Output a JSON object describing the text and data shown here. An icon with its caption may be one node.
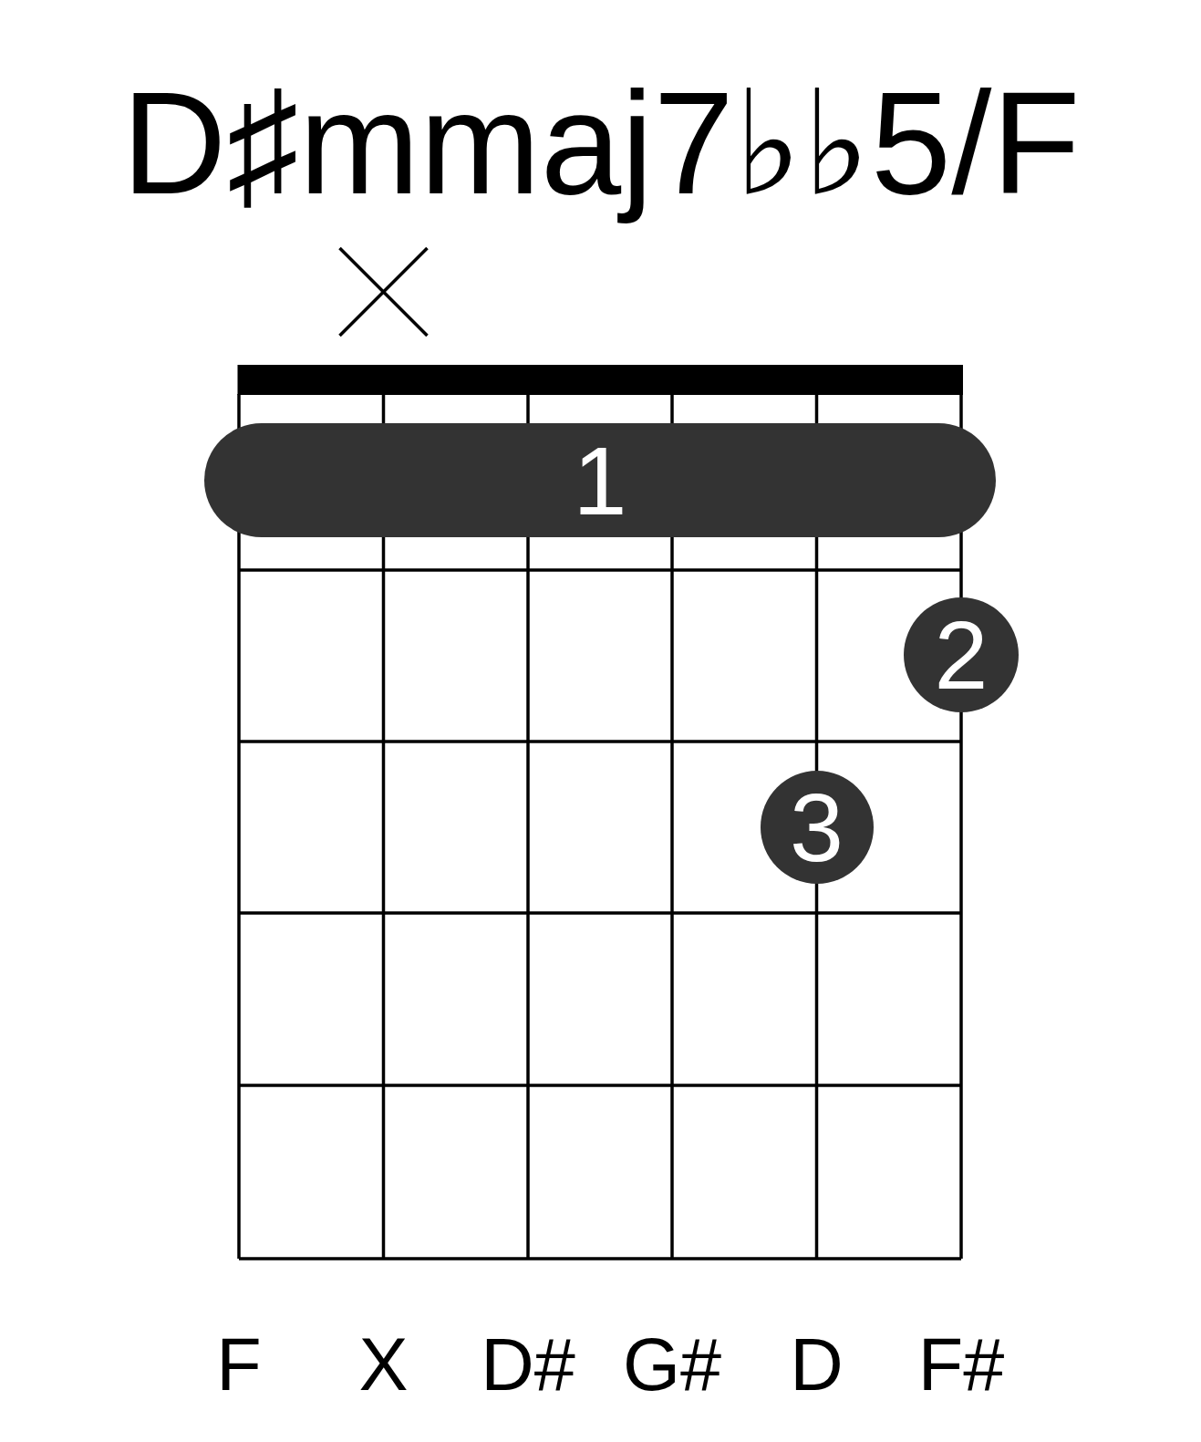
{
  "diagram": {
    "title": "D♯mmaj7♭♭5/F",
    "nodes": [
      {
        "text": [
          "1"
        ]
      },
      {
        "text": [
          "2"
        ]
      },
      {
        "text": [
          "3"
        ]
      }
    ],
    "labels": [
      "F",
      "X",
      "D#",
      "G#",
      "D",
      "F#"
    ]
  }
}
